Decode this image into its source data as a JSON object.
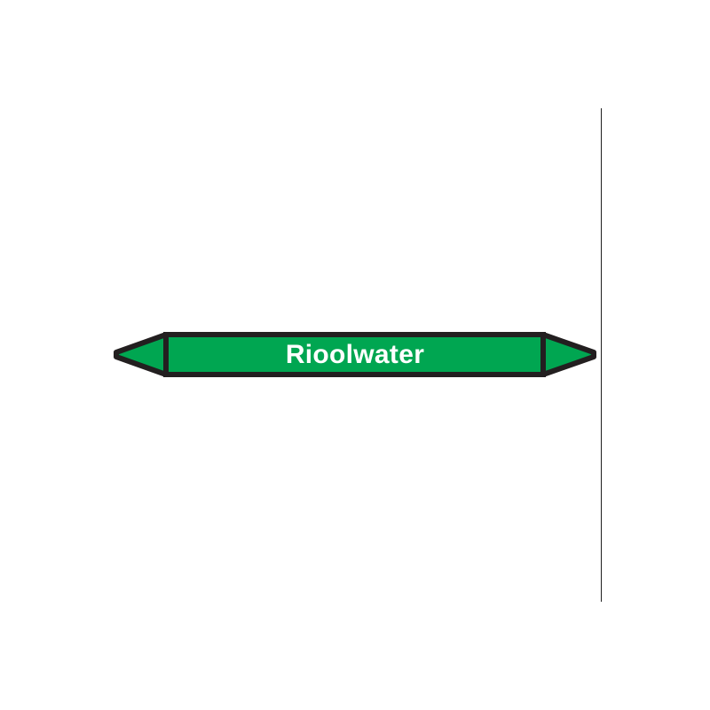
{
  "marker": {
    "label": "Rioolwater",
    "colors": {
      "fill": "#00a651",
      "outline": "#231f20",
      "text": "#ffffff"
    },
    "arrows": [
      "left-arrow",
      "right-arrow"
    ]
  }
}
